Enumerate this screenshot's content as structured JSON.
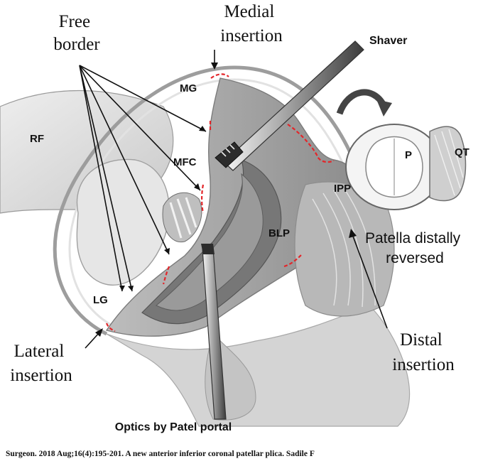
{
  "labels": {
    "free_border": "Free\nborder",
    "medial_insertion": "Medial\ninsertion",
    "shaver": "Shaver",
    "rf": "RF",
    "mg": "MG",
    "mfc": "MFC",
    "p": "P",
    "qt": "QT",
    "ipp": "IPP",
    "blp": "BLP",
    "patella_distally_reversed": "Patella distally\nreversed",
    "lg": "LG",
    "lateral_insertion": "Lateral\ninsertion",
    "distal_insertion": "Distal\ninsertion",
    "optics": "Optics by Patel portal"
  },
  "caption": "Surgeon. 2018 Aug;16(4):195-201. A new anterior inferior coronal patellar plica. Sadile F",
  "colors": {
    "background": "#ffffff",
    "plica_red": "#e3262a",
    "tissue_light": "#d8d8d8",
    "tissue_mid": "#a9a9a9",
    "tissue_dark": "#6f6f6f"
  }
}
